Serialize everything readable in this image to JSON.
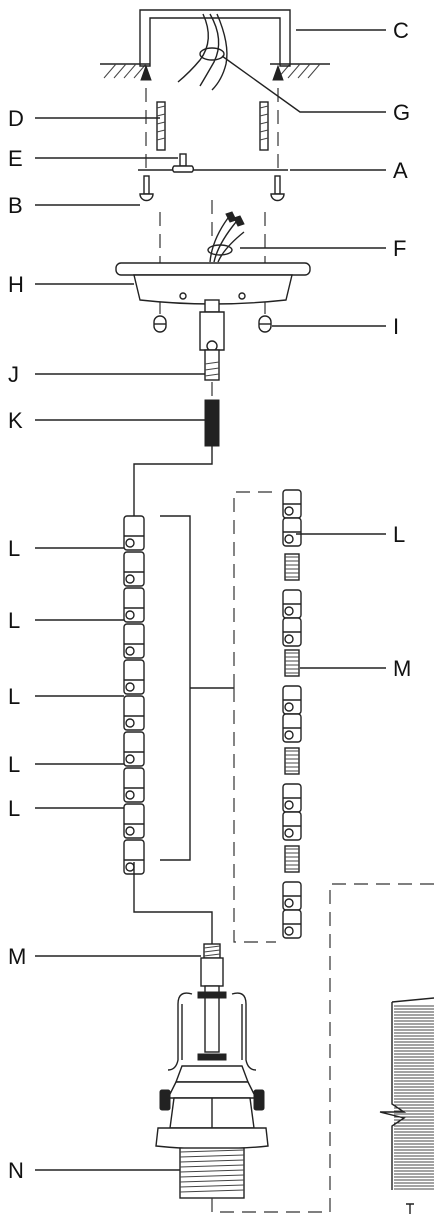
{
  "callouts": {
    "A": "A",
    "B": "B",
    "C": "C",
    "D": "D",
    "E": "E",
    "F": "F",
    "G": "G",
    "H": "H",
    "I": "I",
    "J": "J",
    "K": "K",
    "L": "L",
    "M": "M",
    "N": "N"
  },
  "colors": {
    "line": "#222222",
    "background": "#ffffff"
  }
}
